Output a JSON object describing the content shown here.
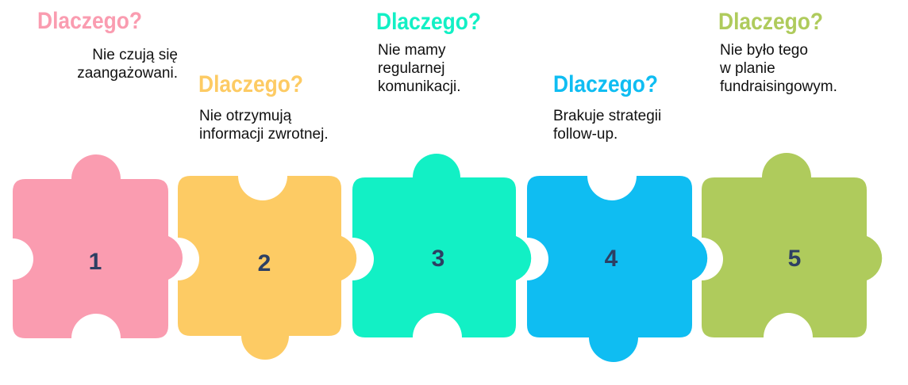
{
  "colors": {
    "pink": "#fa9cb0",
    "yellow": "#fdcb64",
    "mint": "#12f0c5",
    "blue": "#0fbdf2",
    "green": "#afcb5c",
    "number": "#2d3f63"
  },
  "steps": [
    {
      "number": "1",
      "title": "Dlaczego?",
      "text": "Nie czują się\nzaangażowani.",
      "color": "#fa9cb0"
    },
    {
      "number": "2",
      "title": "Dlaczego?",
      "text": "Nie otrzymują\ninformacji zwrotnej.",
      "color": "#fdcb64"
    },
    {
      "number": "3",
      "title": "Dlaczego?",
      "text": "Nie mamy\nregularnej\nkomunikacji.",
      "color": "#12f0c5"
    },
    {
      "number": "4",
      "title": "Dlaczego?",
      "text": "Brakuje strategii\nfollow-up.",
      "color": "#0fbdf2"
    },
    {
      "number": "5",
      "title": "Dlaczego?",
      "text": "Nie było tego\nw planie\nfundraisingowym.",
      "color": "#afcb5c"
    }
  ]
}
